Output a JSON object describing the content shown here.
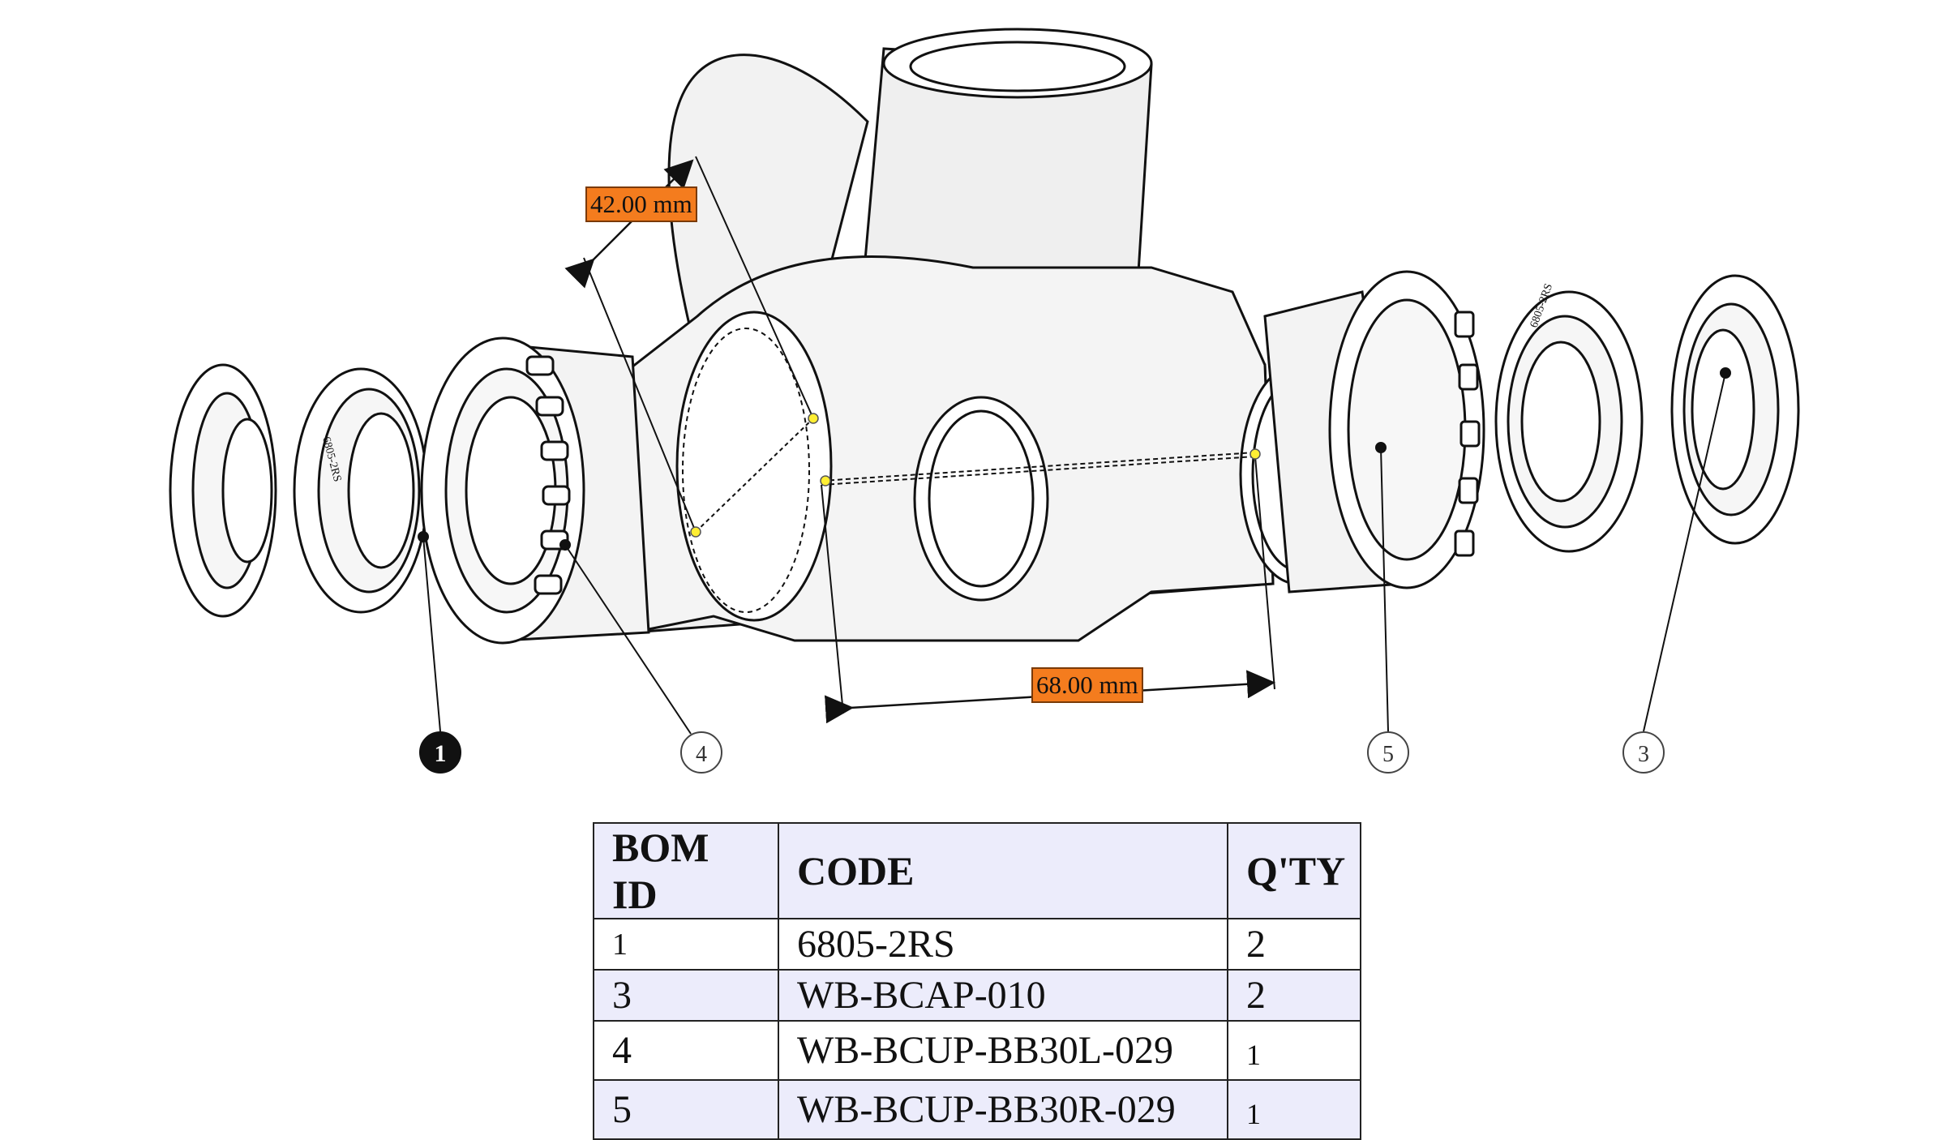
{
  "drawing": {
    "dimensions": [
      {
        "id": "dim-angled",
        "value": "42.00 mm"
      },
      {
        "id": "dim-shell-width",
        "value": "68.00 mm"
      }
    ],
    "balloons": [
      {
        "label": "1",
        "filled": true
      },
      {
        "label": "4",
        "filled": false
      },
      {
        "label": "5",
        "filled": false
      },
      {
        "label": "3",
        "filled": false
      }
    ],
    "bearing_markings": {
      "left": "6805-2RS",
      "right": "6805-2RS"
    }
  },
  "bom": {
    "headers": [
      "BOM ID",
      "CODE",
      "Q'TY"
    ],
    "rows": [
      {
        "id": "1",
        "code": "6805-2RS",
        "qty": "2"
      },
      {
        "id": "3",
        "code": "WB-BCAP-010",
        "qty": "2"
      },
      {
        "id": "4",
        "code": "WB-BCUP-BB30L-029",
        "qty": "1"
      },
      {
        "id": "5",
        "code": "WB-BCUP-BB30R-029",
        "qty": "1"
      }
    ]
  },
  "colors": {
    "dimension_box": "#f47c1e",
    "table_shade": "#ececfb",
    "marker": "#ffee33"
  }
}
